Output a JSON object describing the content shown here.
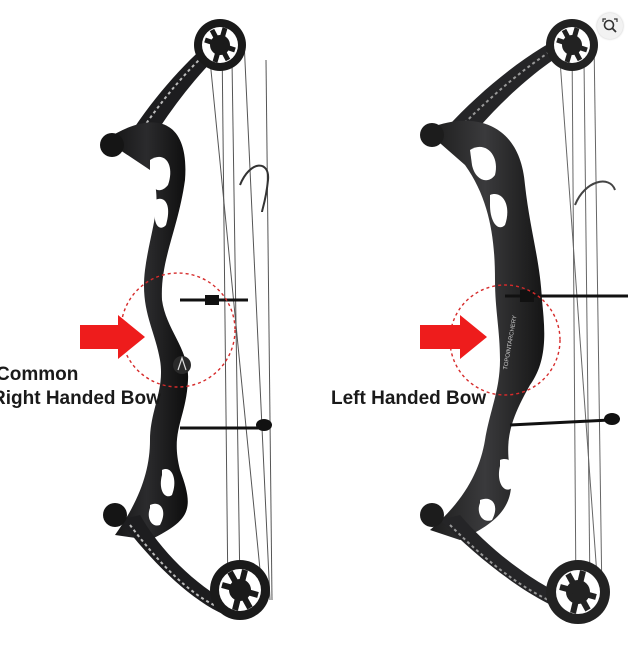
{
  "labels": {
    "common": "Common",
    "right_handed": "Right Handed Bow",
    "left_handed": "Left Handed Bow"
  },
  "icons": {
    "zoom": "zoom-search-icon",
    "arrow": "red-arrow-icon"
  },
  "colors": {
    "arrow": "#ee1c1c",
    "circle": "#d62b2b",
    "bow_right": "#1c1c1e",
    "bow_left": "#2a2a2c"
  }
}
